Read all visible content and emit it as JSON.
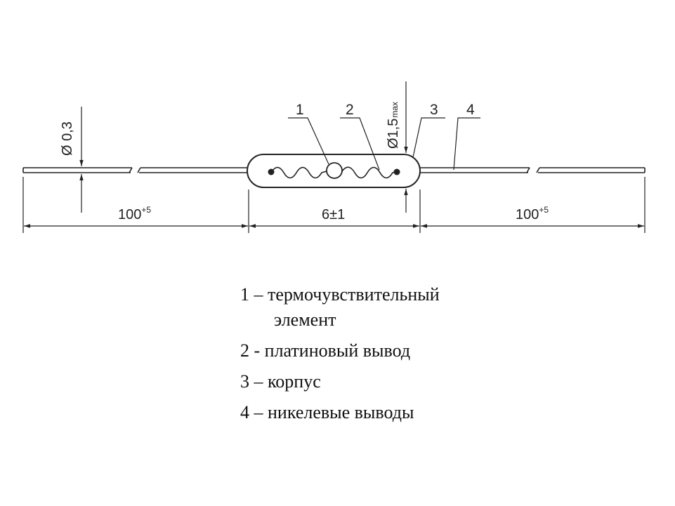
{
  "diagram": {
    "lead_diameter": "Ø 0,3",
    "body_diameter": "Ø1,5",
    "body_diameter_suffix": "max",
    "left_length": "100",
    "left_tolerance": "+5",
    "body_length": "6±1",
    "right_length": "100",
    "right_tolerance": "+5",
    "callouts": [
      "1",
      "2",
      "3",
      "4"
    ]
  },
  "legend": {
    "items": [
      {
        "number": "1",
        "sep": "–",
        "text": "термочувствительный",
        "cont": "элемент"
      },
      {
        "number": "2",
        "sep": "-",
        "text": "платиновый вывод"
      },
      {
        "number": "3",
        "sep": "–",
        "text": "корпус"
      },
      {
        "number": "4",
        "sep": "–",
        "text": "никелевые выводы"
      }
    ]
  }
}
